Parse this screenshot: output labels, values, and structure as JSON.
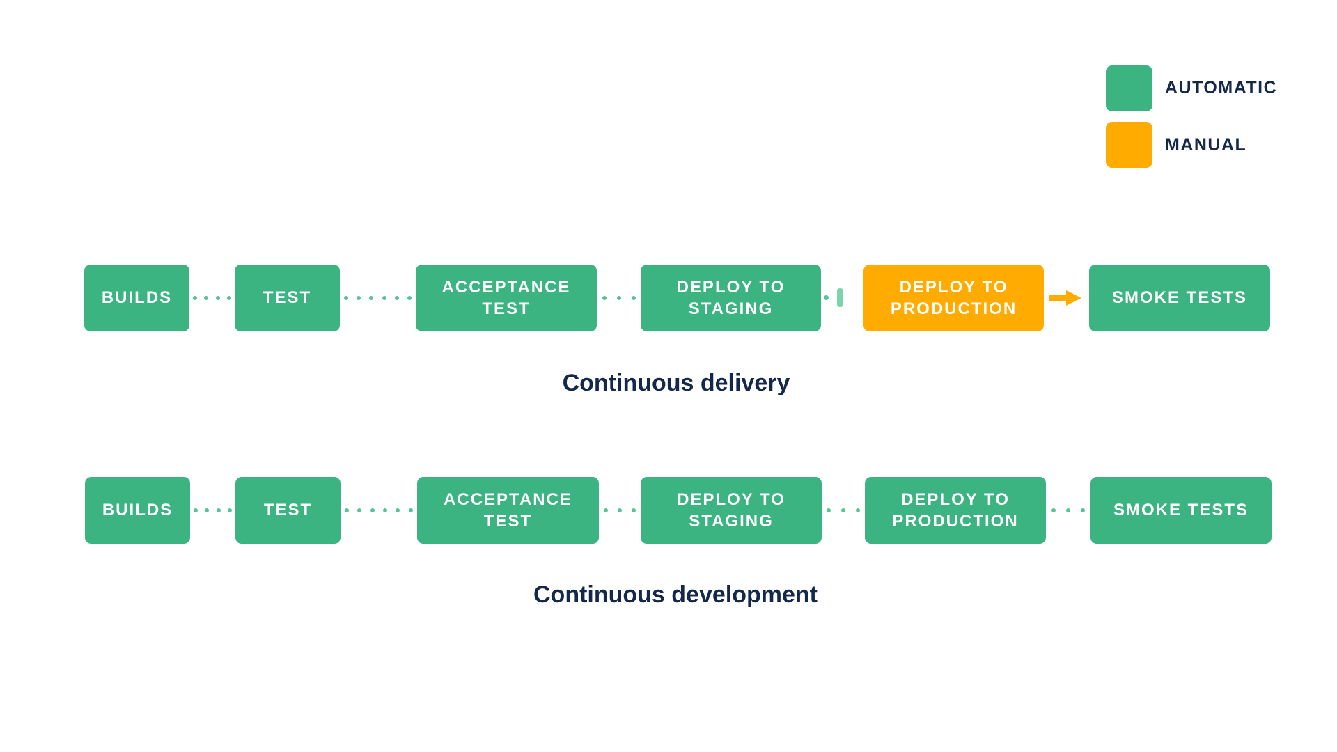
{
  "colors": {
    "automatic": "#3BB482",
    "manual": "#FFAB00",
    "connector_dot": "#56C495",
    "gate_bar": "#7CD4AC",
    "heading_text": "#14284B",
    "box_text": "#FFFFFF",
    "background": "#FFFFFF"
  },
  "legend": {
    "items": [
      {
        "label": "AUTOMATIC",
        "type": "automatic"
      },
      {
        "label": "MANUAL",
        "type": "manual"
      }
    ]
  },
  "rows": [
    {
      "title": "Continuous delivery",
      "steps": [
        {
          "label": "BUILDS",
          "type": "automatic"
        },
        {
          "label": "TEST",
          "type": "automatic"
        },
        {
          "label": "ACCEPTANCE TEST",
          "type": "automatic"
        },
        {
          "label": "DEPLOY TO STAGING",
          "type": "automatic"
        },
        {
          "label": "DEPLOY TO PRODUCTION",
          "type": "manual"
        },
        {
          "label": "SMOKE TESTS",
          "type": "automatic"
        }
      ]
    },
    {
      "title": "Continuous development",
      "steps": [
        {
          "label": "BUILDS",
          "type": "automatic"
        },
        {
          "label": "TEST",
          "type": "automatic"
        },
        {
          "label": "ACCEPTANCE TEST",
          "type": "automatic"
        },
        {
          "label": "DEPLOY TO STAGING",
          "type": "automatic"
        },
        {
          "label": "DEPLOY TO PRODUCTION",
          "type": "automatic"
        },
        {
          "label": "SMOKE TESTS",
          "type": "automatic"
        }
      ]
    }
  ]
}
